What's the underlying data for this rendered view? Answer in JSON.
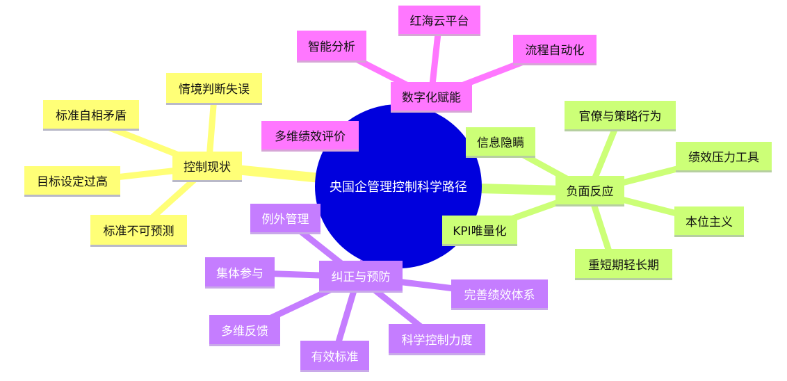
{
  "root": {
    "label": "央国企管理控制科学路径",
    "color": "#0000dd"
  },
  "colors": {
    "yellow": "#ffff77",
    "pink": "#ff77ff",
    "green": "#ccff77",
    "purple": "#c57dff"
  },
  "branches": {
    "control_status": {
      "label": "控制现状",
      "children": [
        "情境判断失误",
        "标准自相矛盾",
        "目标设定过高",
        "标准不可预测"
      ]
    },
    "digital": {
      "label": "数字化赋能",
      "children": [
        "红海云平台",
        "智能分析",
        "流程自动化",
        "多维绩效评价"
      ]
    },
    "negative": {
      "label": "负面反应",
      "children": [
        "信息隐瞒",
        "官僚与策略行为",
        "绩效压力工具",
        "本位主义",
        "重短期轻长期",
        "KPI唯量化"
      ]
    },
    "correction": {
      "label": "纠正与预防",
      "children": [
        "例外管理",
        "集体参与",
        "完善绩效体系",
        "多维反馈",
        "科学控制力度",
        "有效标准"
      ]
    }
  }
}
